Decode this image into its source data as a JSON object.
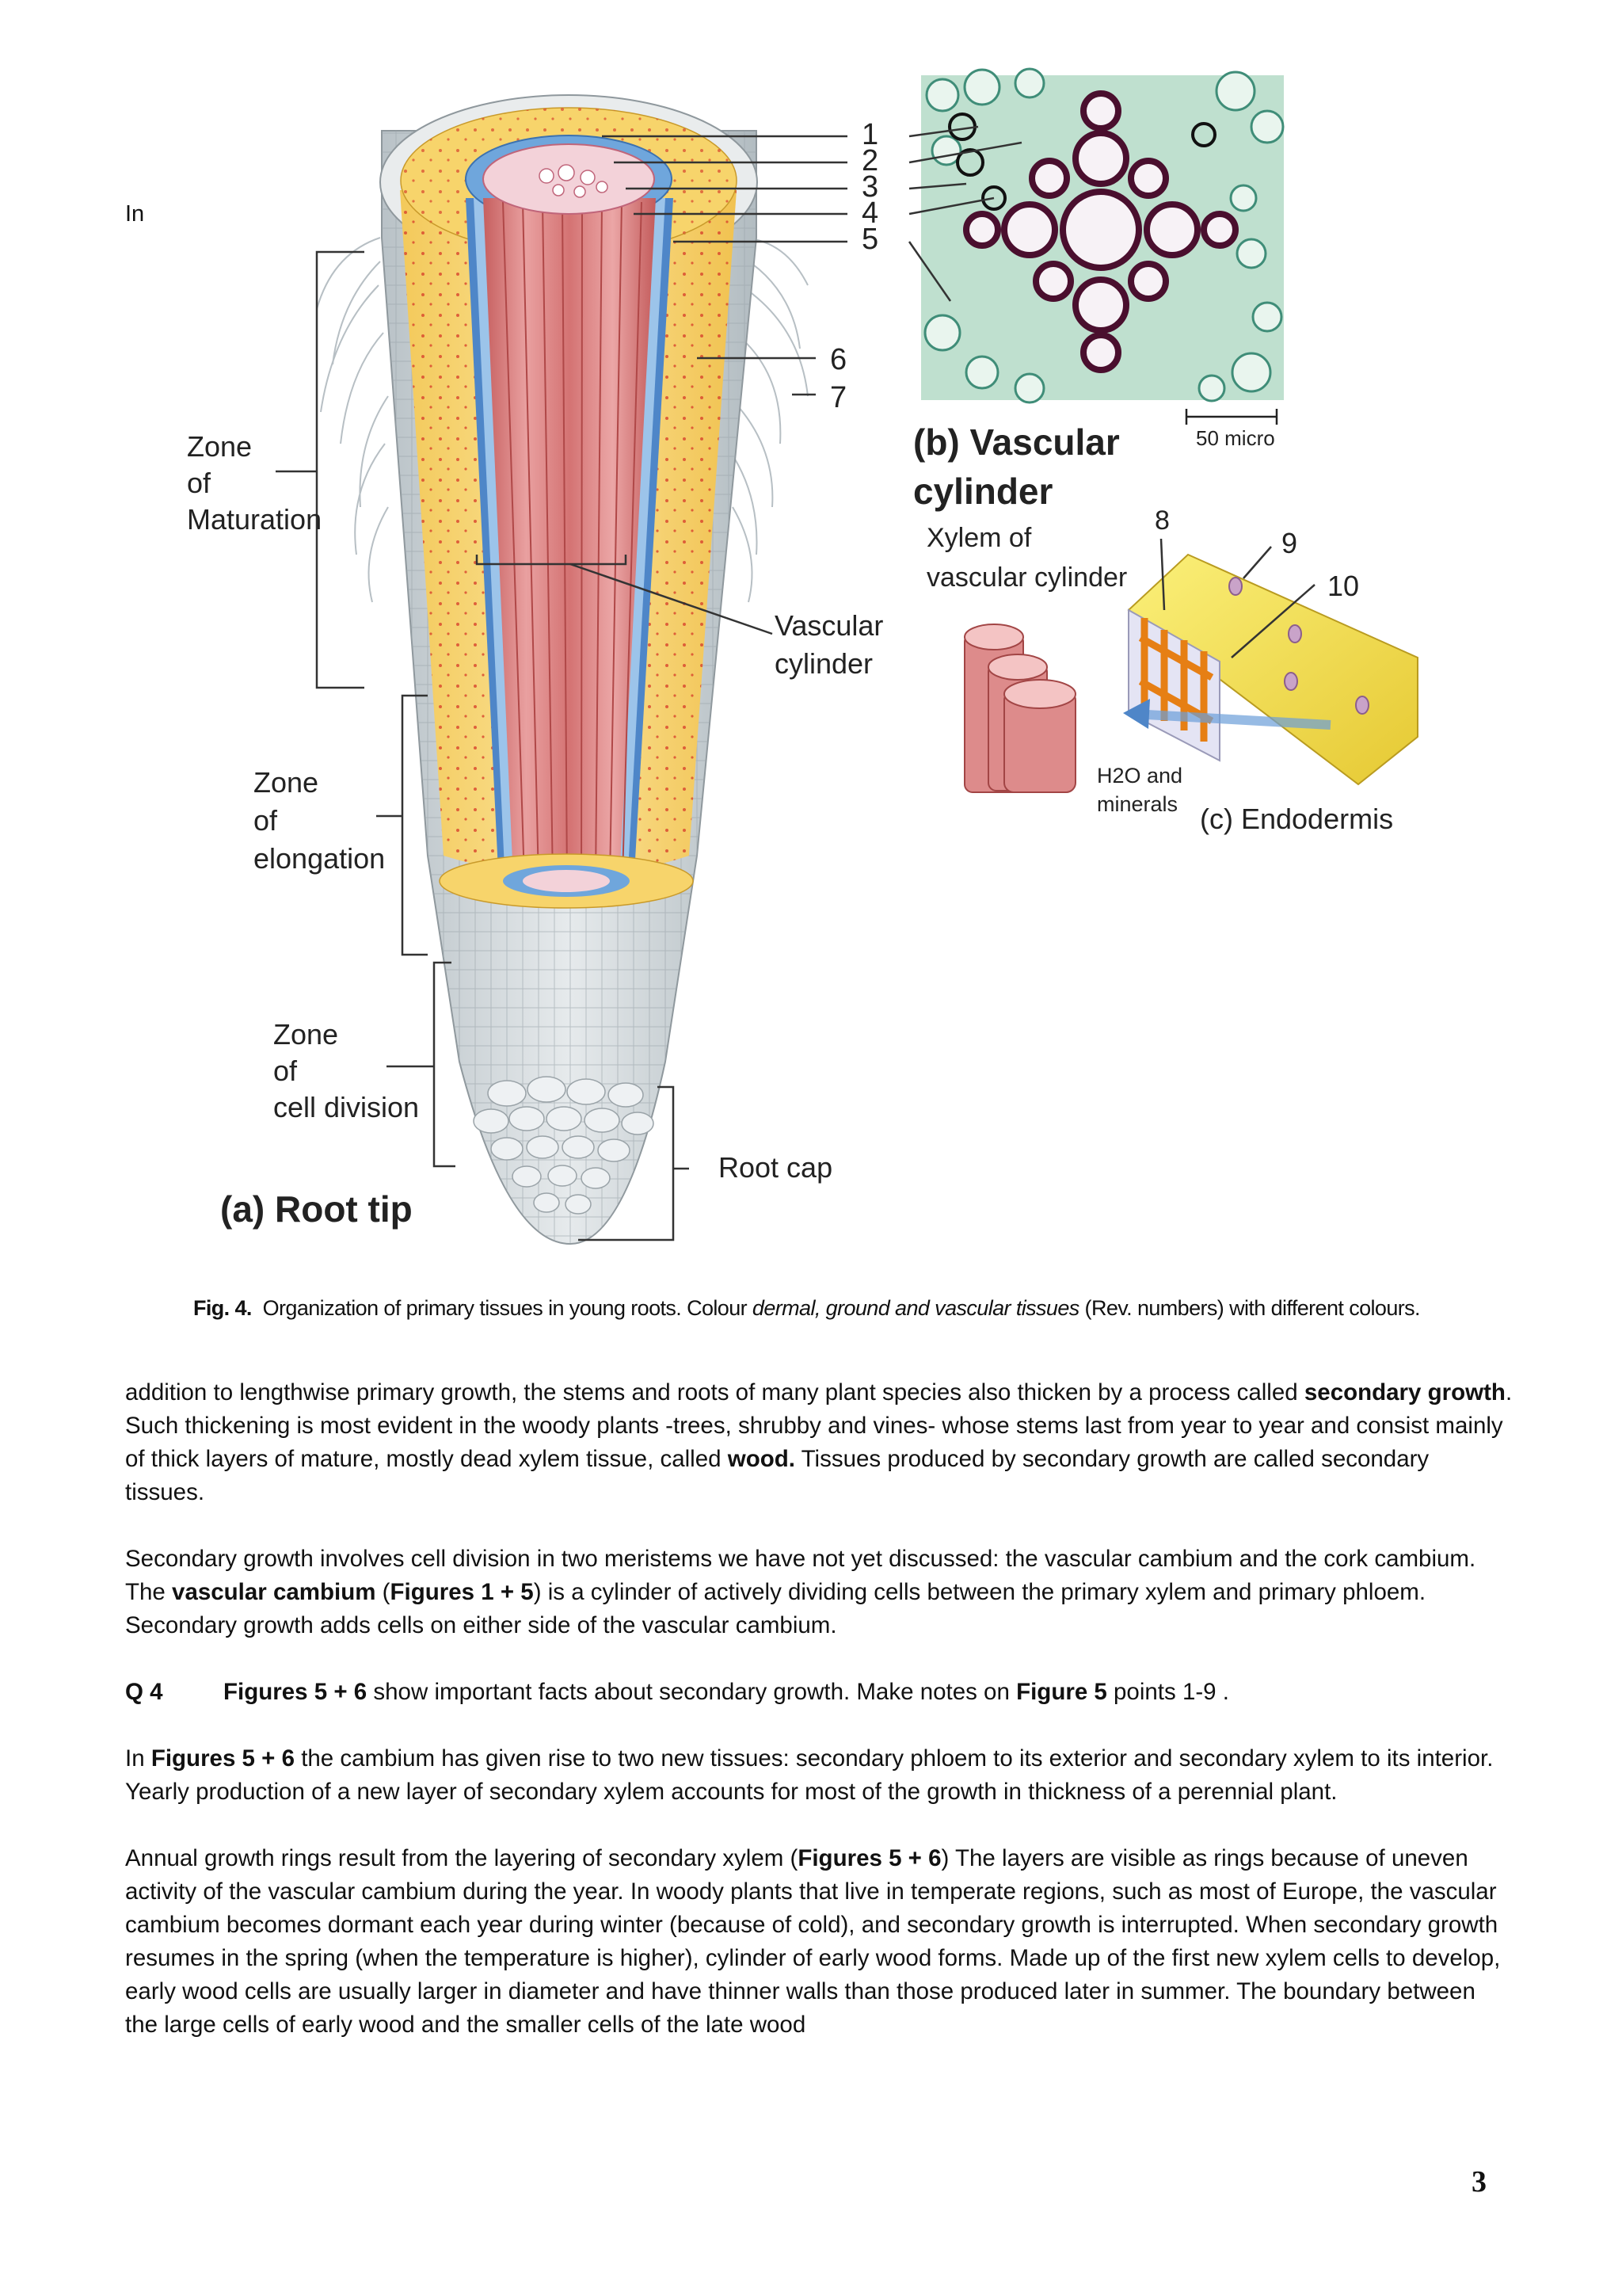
{
  "stray_word": "In",
  "figure": {
    "panel_a_title": "(a) Root tip",
    "panel_b_title_1": "(b) Vascular",
    "panel_b_title_2": "cylinder",
    "panel_c_title": "(c) Endodermis",
    "scale_bar": "50 micro",
    "zone_maturation": [
      "Zone",
      "of",
      "Maturation"
    ],
    "zone_elongation": [
      "Zone",
      "of",
      "elongation"
    ],
    "zone_division": [
      "Zone",
      "of",
      "cell division"
    ],
    "root_cap": "Root cap",
    "vascular_cylinder": [
      "Vascular",
      "cylinder"
    ],
    "xylem_label": [
      "Xylem of",
      "vascular cylinder"
    ],
    "water_label": [
      "H2O and",
      "minerals"
    ],
    "numbers": [
      "1",
      "2",
      "3",
      "4",
      "5",
      "6",
      "7",
      "8",
      "9",
      "10"
    ]
  },
  "caption": {
    "fig_label": "Fig. 4.",
    "text_1": "Organization of primary tissues in young roots. Colour ",
    "text_italic": "dermal, ground and vascular tissues",
    "text_2": " (Rev. numbers) with different colours."
  },
  "paragraphs": {
    "p1": {
      "a": "addition to lengthwise primary growth, the stems and roots of many plant species also thicken by a process called ",
      "b_bold": "secondary growth",
      "c": ". Such thickening is most evident in the woody plants -trees, shrubby and vines- whose stems last from year to year and consist mainly of thick layers of mature, mostly dead xylem tissue, called ",
      "d_bold": "wood.",
      "e": " Tissues produced by secondary growth are called secondary tissues."
    },
    "p2": {
      "a": "Secondary growth involves cell division in two meristems we have not yet discussed: the vascular cambium and the cork cambium. The ",
      "b_bold": "vascular cambium",
      "c": " (",
      "d_bold": "Figures 1 + 5",
      "e": ") is a cylinder of actively dividing cells between the primary xylem and primary phloem. Secondary growth adds cells on either side of the vascular cambium."
    },
    "q4": {
      "num": "Q 4",
      "a_bold": "Figures 5 + 6",
      "b": " show important facts about secondary growth. Make notes on ",
      "c_bold": "Figure 5",
      "d": " points 1-9 ."
    },
    "p3": {
      "a": "In ",
      "b_bold": "Figures 5 + 6",
      "c": " the cambium has given rise to two new tissues: secondary phloem to its exterior and secondary xylem to its interior. Yearly production of a new layer of secondary xylem accounts for most of the growth in thickness of a perennial plant."
    },
    "p4": {
      "a": "Annual growth rings result from the layering of secondary xylem (",
      "b_bold": "Figures 5 + 6",
      "c": ") The layers are visible as rings because of uneven activity of the vascular cambium during the year. In woody plants that live in temperate regions, such as most of Europe, the vascular cambium becomes dormant each year during winter (because of cold), and secondary growth is interrupted. When secondary growth resumes in the spring (when the temperature is higher), cylinder of early wood forms. Made up of the first new xylem cells to develop, early wood cells are usually larger in diameter and have thinner walls than those produced later in summer. The boundary between the large cells of early wood and the smaller cells of the late wood"
    }
  },
  "page_number": "3"
}
